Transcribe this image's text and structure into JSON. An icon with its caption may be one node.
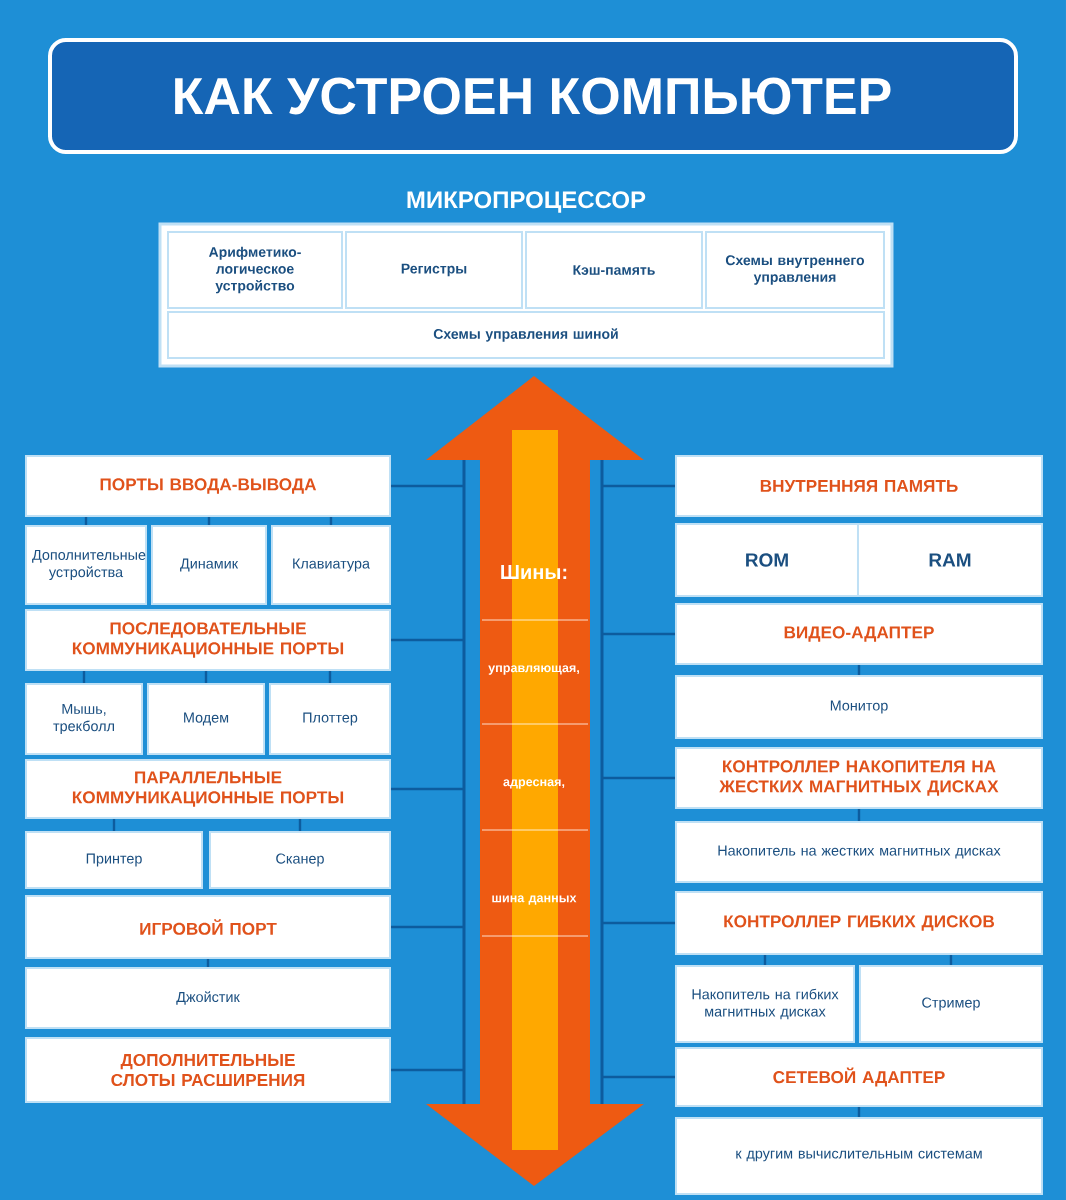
{
  "diagram": {
    "title": "КАК УСТРОЕН КОМПЬЮТЕР",
    "nodes": [
      {
        "text": [
          "МИКРОПРОЦЕССОР"
        ]
      },
      {
        "text": [
          "Арифметико-логическое устройство"
        ],
        "in": 0
      },
      {
        "text": [
          "Регистры"
        ],
        "in": 0
      },
      {
        "text": [
          "Кэш-память"
        ],
        "in": 0
      },
      {
        "text": [
          "Схемы внутреннего управления"
        ],
        "in": 0
      },
      {
        "text": [
          "Схемы управления шиной"
        ],
        "in": 0
      },
      {
        "text": [
          "Шины:",
          "управляющая,",
          "адресная,",
          "шина данных"
        ]
      },
      {
        "text": [
          "ПОРТЫ ВВОДА-ВЫВОДА"
        ]
      },
      {
        "text": [
          "Дополнительные устройства"
        ]
      },
      {
        "text": [
          "Динамик"
        ]
      },
      {
        "text": [
          "Клавиатура"
        ]
      },
      {
        "text": [
          "ПОСЛЕДОВАТЕЛЬНЫЕ КОММУНИКАЦИОННЫЕ ПОРТЫ"
        ]
      },
      {
        "text": [
          "Мышь, трекболл"
        ]
      },
      {
        "text": [
          "Модем"
        ]
      },
      {
        "text": [
          "Плоттер"
        ]
      },
      {
        "text": [
          "ПАРАЛЛЕЛЬНЫЕ КОММУНИКАЦИОННЫЕ ПОРТЫ"
        ]
      },
      {
        "text": [
          "Принтер"
        ]
      },
      {
        "text": [
          "Сканер"
        ]
      },
      {
        "text": [
          "ИГРОВОЙ ПОРТ"
        ]
      },
      {
        "text": [
          "Джойстик"
        ]
      },
      {
        "text": [
          "ДОПОЛНИТЕЛЬНЫЕ СЛОТЫ РАСШИРЕНИЯ"
        ]
      },
      {
        "text": [
          "ВНУТРЕННЯЯ ПАМЯТЬ"
        ]
      },
      {
        "text": [
          "ROM"
        ]
      },
      {
        "text": [
          "RAM"
        ]
      },
      {
        "text": [
          "ВИДЕО-АДАПТЕР"
        ]
      },
      {
        "text": [
          "Монитор"
        ]
      },
      {
        "text": [
          "КОНТРОЛЛЕР НАКОПИТЕЛЯ НА ЖЕСТКИХ МАГНИТНЫХ ДИСКАХ"
        ]
      },
      {
        "text": [
          "Накопитель на жестких магнитных дисках"
        ]
      },
      {
        "text": [
          "КОНТРОЛЛЕР ГИБКИХ ДИСКОВ"
        ]
      },
      {
        "text": [
          "Накопитель на гибких магнитных дисках"
        ]
      },
      {
        "text": [
          "Стример"
        ]
      },
      {
        "text": [
          "СЕТЕВОЙ АДАПТЕР"
        ]
      },
      {
        "text": [
          "к другим вычислительным системам"
        ]
      }
    ],
    "edges": [
      {
        "from": 7,
        "to": 6,
        "arrow": "none"
      },
      {
        "from": 11,
        "to": 6,
        "arrow": "none"
      },
      {
        "from": 15,
        "to": 6,
        "arrow": "none"
      },
      {
        "from": 18,
        "to": 6,
        "arrow": "none"
      },
      {
        "from": 20,
        "to": 6,
        "arrow": "none"
      },
      {
        "from": 21,
        "to": 6,
        "arrow": "none"
      },
      {
        "from": 24,
        "to": 6,
        "arrow": "none"
      },
      {
        "from": 26,
        "to": 6,
        "arrow": "none"
      },
      {
        "from": 28,
        "to": 6,
        "arrow": "none"
      },
      {
        "from": 31,
        "to": 6,
        "arrow": "none"
      },
      {
        "from": 7,
        "to": 8,
        "arrow": "none"
      },
      {
        "from": 7,
        "to": 9,
        "arrow": "none"
      },
      {
        "from": 7,
        "to": 10,
        "arrow": "none"
      },
      {
        "from": 11,
        "to": 12,
        "arrow": "none"
      },
      {
        "from": 11,
        "to": 13,
        "arrow": "none"
      },
      {
        "from": 11,
        "to": 14,
        "arrow": "none"
      },
      {
        "from": 15,
        "to": 16,
        "arrow": "none"
      },
      {
        "from": 15,
        "to": 17,
        "arrow": "none"
      },
      {
        "from": 18,
        "to": 19,
        "arrow": "none"
      },
      {
        "from": 24,
        "to": 25,
        "arrow": "none"
      },
      {
        "from": 26,
        "to": 27,
        "arrow": "none"
      },
      {
        "from": 28,
        "to": 29,
        "arrow": "none"
      },
      {
        "from": 28,
        "to": 30,
        "arrow": "none"
      },
      {
        "from": 31,
        "to": 32,
        "arrow": "none"
      }
    ]
  }
}
